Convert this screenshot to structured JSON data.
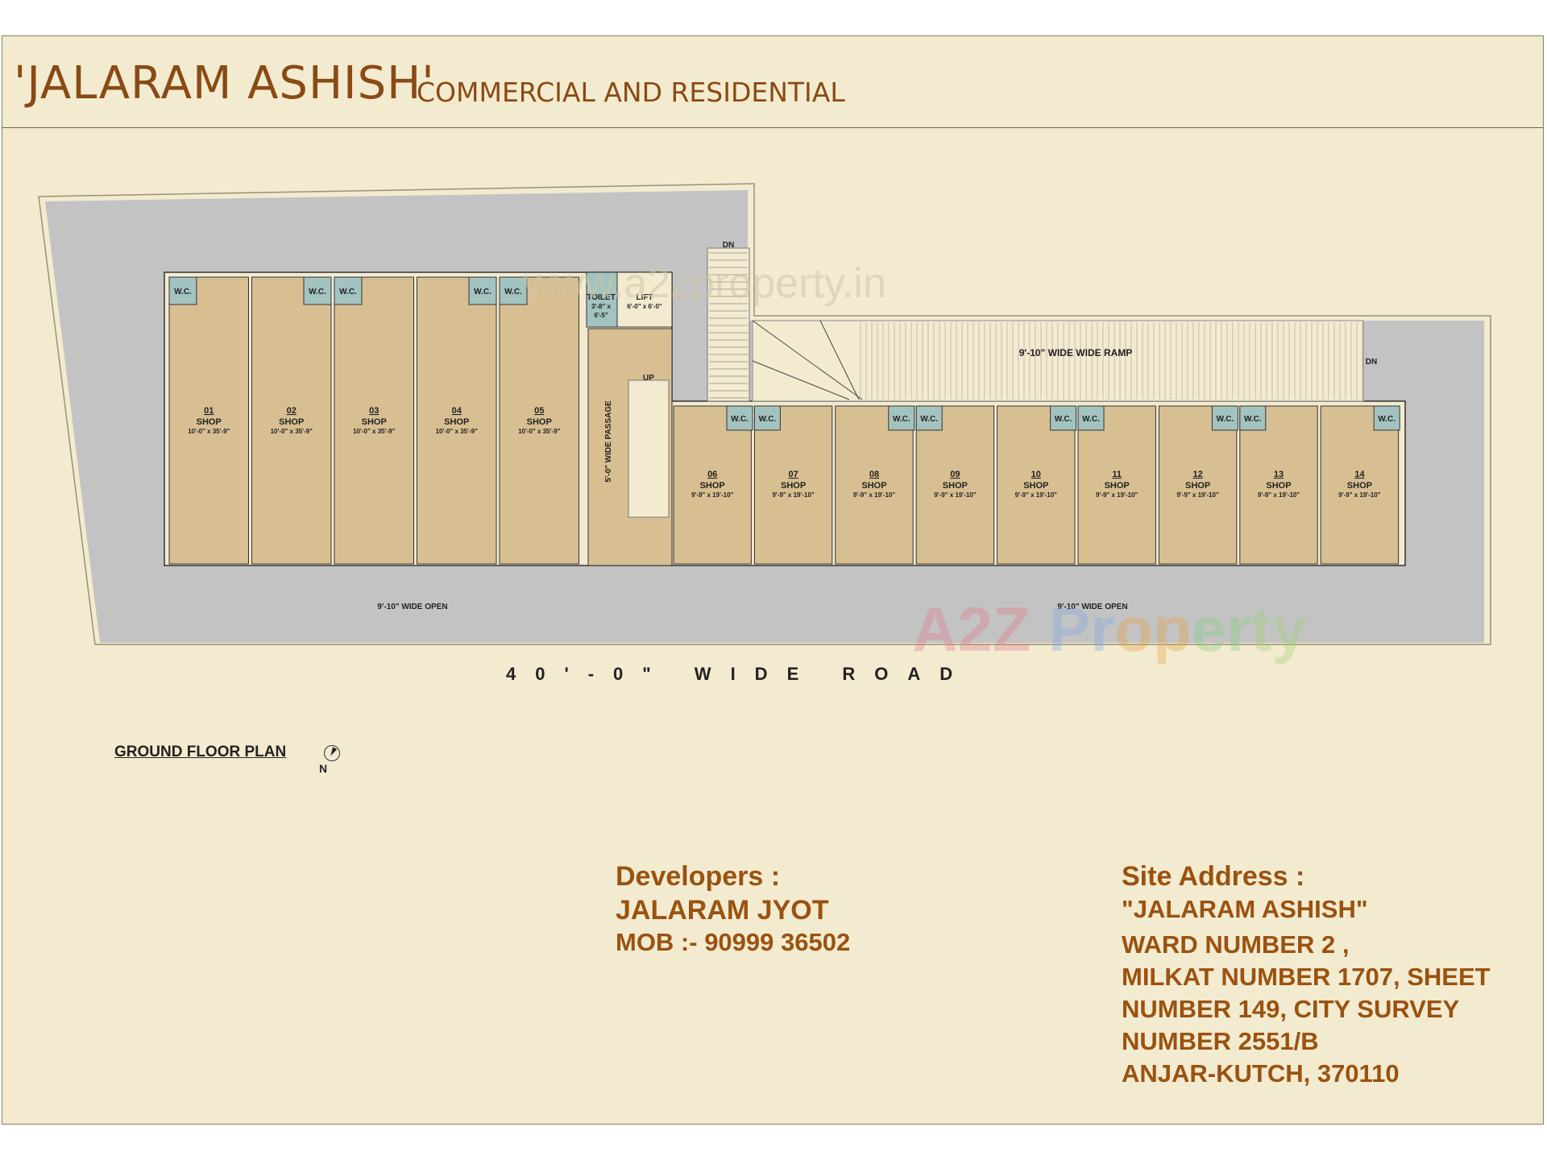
{
  "header": {
    "title": "'JALARAM ASHISH'",
    "subtitle": "COMMERCIAL AND RESIDENTIAL"
  },
  "plan": {
    "shops_left": [
      {
        "number": "01",
        "label": "SHOP",
        "size": "10'-0\" x 35'-9\""
      },
      {
        "number": "02",
        "label": "SHOP",
        "size": "10'-0\" x 35'-9\""
      },
      {
        "number": "03",
        "label": "SHOP",
        "size": "10'-0\" x 35'-9\""
      },
      {
        "number": "04",
        "label": "SHOP",
        "size": "10'-0\" x 35'-9\""
      },
      {
        "number": "05",
        "label": "SHOP",
        "size": "10'-0\" x 35'-9\""
      }
    ],
    "shops_right": [
      {
        "number": "06",
        "label": "SHOP",
        "size": "9'-9\" x 19'-10\""
      },
      {
        "number": "07",
        "label": "SHOP",
        "size": "9'-9\" x 19'-10\""
      },
      {
        "number": "08",
        "label": "SHOP",
        "size": "9'-9\" x 19'-10\""
      },
      {
        "number": "09",
        "label": "SHOP",
        "size": "9'-9\" x 19'-10\""
      },
      {
        "number": "10",
        "label": "SHOP",
        "size": "9'-9\" x 19'-10\""
      },
      {
        "number": "11",
        "label": "SHOP",
        "size": "9'-9\" x 19'-10\""
      },
      {
        "number": "12",
        "label": "SHOP",
        "size": "9'-9\" x 19'-10\""
      },
      {
        "number": "13",
        "label": "SHOP",
        "size": "9'-9\" x 19'-10\""
      },
      {
        "number": "14",
        "label": "SHOP",
        "size": "9'-9\" x 19'-10\""
      }
    ],
    "wc_label": "W.C.",
    "toilet": {
      "label": "TOILET",
      "size_1": "3'-8\" x",
      "size_2": "6'-5\""
    },
    "lift": {
      "label": "LIFT",
      "size": "6'-0\" x 6'-0\""
    },
    "passage": "5'-0\" WIDE PASSAGE",
    "stair_up": "UP",
    "stair_dn": "DN",
    "ramp": "9'-10\"  WIDE  WIDE RAMP",
    "ramp_dn": "DN",
    "open_left": "9'-10\" WIDE OPEN",
    "open_right": "9'-10\" WIDE OPEN",
    "colors": {
      "shop": "#d8bf92",
      "wc": "#a3c3c0",
      "open": "#c3c3c3",
      "walls": "#f3ebd0"
    }
  },
  "road": "40'-0\" WIDE ROAD",
  "plan_title": "GROUND FLOOR PLAN",
  "north": "N",
  "developers": {
    "heading": "Developers :",
    "name": "JALARAM JYOT",
    "mobile": "MOB :- 90999 36502"
  },
  "site": {
    "heading": "Site Address :",
    "lines": [
      "\"JALARAM ASHISH\"",
      "WARD NUMBER 2 ,",
      "MILKAT NUMBER 1707, SHEET",
      "NUMBER 149, CITY SURVEY",
      "NUMBER 2551/B",
      "ANJAR-KUTCH, 370110"
    ]
  },
  "watermarks": {
    "faint": "www.a2zproperty.in",
    "logo": "A2Z Property"
  }
}
